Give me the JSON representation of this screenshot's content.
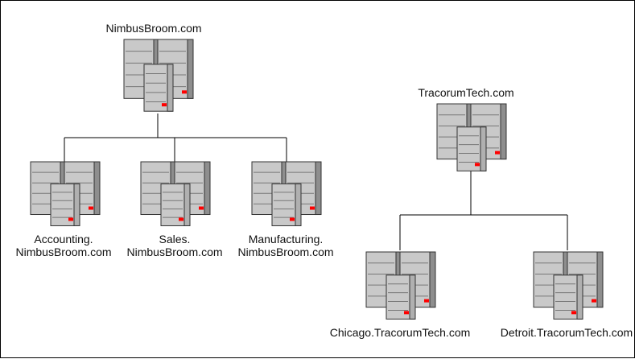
{
  "domains": {
    "nimbus": {
      "label_lines": [
        "NimbusBroom.com"
      ],
      "icon": "server-cluster-icon",
      "children": {
        "accounting": {
          "label_lines": [
            "Accounting.",
            "NimbusBroom.com"
          ],
          "icon": "server-cluster-icon"
        },
        "sales": {
          "label_lines": [
            "Sales.",
            "NimbusBroom.com"
          ],
          "icon": "server-cluster-icon"
        },
        "manufacturing": {
          "label_lines": [
            "Manufacturing.",
            "NimbusBroom.com"
          ],
          "icon": "server-cluster-icon"
        }
      }
    },
    "tracorum": {
      "label_lines": [
        "TracorumTech.com"
      ],
      "icon": "server-cluster-icon",
      "children": {
        "chicago": {
          "label_lines": [
            "Chicago.TracorumTech.com"
          ],
          "icon": "server-cluster-icon"
        },
        "detroit": {
          "label_lines": [
            "Detroit.TracorumTech.com"
          ],
          "icon": "server-cluster-icon"
        }
      }
    }
  },
  "colors": {
    "server_body": "#c9c9c9",
    "server_shade": "#8e8e8e",
    "server_outline": "#333333",
    "indicator": "#ff0000",
    "connector": "#000000"
  }
}
